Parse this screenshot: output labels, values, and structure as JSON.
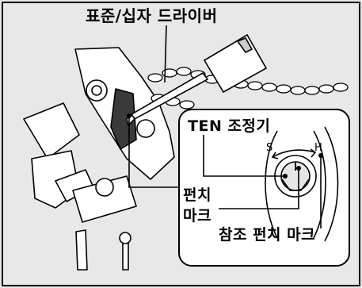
{
  "labels": {
    "screwdriver": "표준/십자 드라이버",
    "adjuster": "TEN 조정기",
    "s_mark": "S",
    "h_mark": "H",
    "punch_mark_line1": "펀치",
    "punch_mark_line2": "마크",
    "reference_punch_mark": "참조 펀치 마크"
  },
  "colors": {
    "background": "#e8e8e8",
    "frame": "#000000",
    "inset_background": "#ffffff"
  }
}
